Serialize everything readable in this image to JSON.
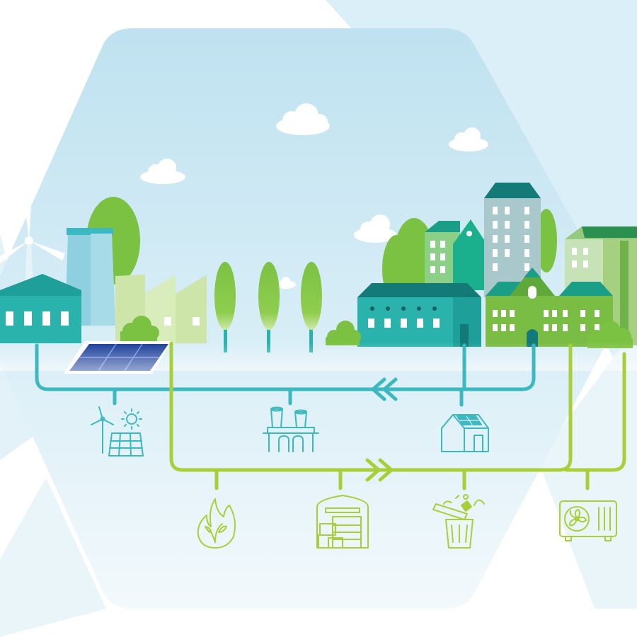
{
  "colors": {
    "background": "#ffffff",
    "sky_top": "#bfe2f0",
    "sky_bottom": "#f1f8fc",
    "hexagon_light": "#e8f4fa",
    "teal_line": "#3cb9c0",
    "lime_line": "#a9cf38",
    "tree_green": "#7cc242",
    "building_teal": "#2ab3ad",
    "building_green": "#79bd45",
    "building_dark_teal": "#1a9e88",
    "roof_dark": "#137a78",
    "solar_panel": "#1b3e9a",
    "cloud": "#ffffff"
  },
  "flows": [
    {
      "name": "teal-return-flow",
      "direction": "left"
    },
    {
      "name": "green-supply-flow",
      "direction": "right"
    }
  ],
  "nodes": {
    "teal": [
      "wind-solar-icon",
      "power-plant-icon",
      "solar-house-icon"
    ],
    "green": [
      "biomass-flame-icon",
      "warehouse-icon",
      "recycling-bin-icon",
      "heat-pump-icon"
    ]
  }
}
